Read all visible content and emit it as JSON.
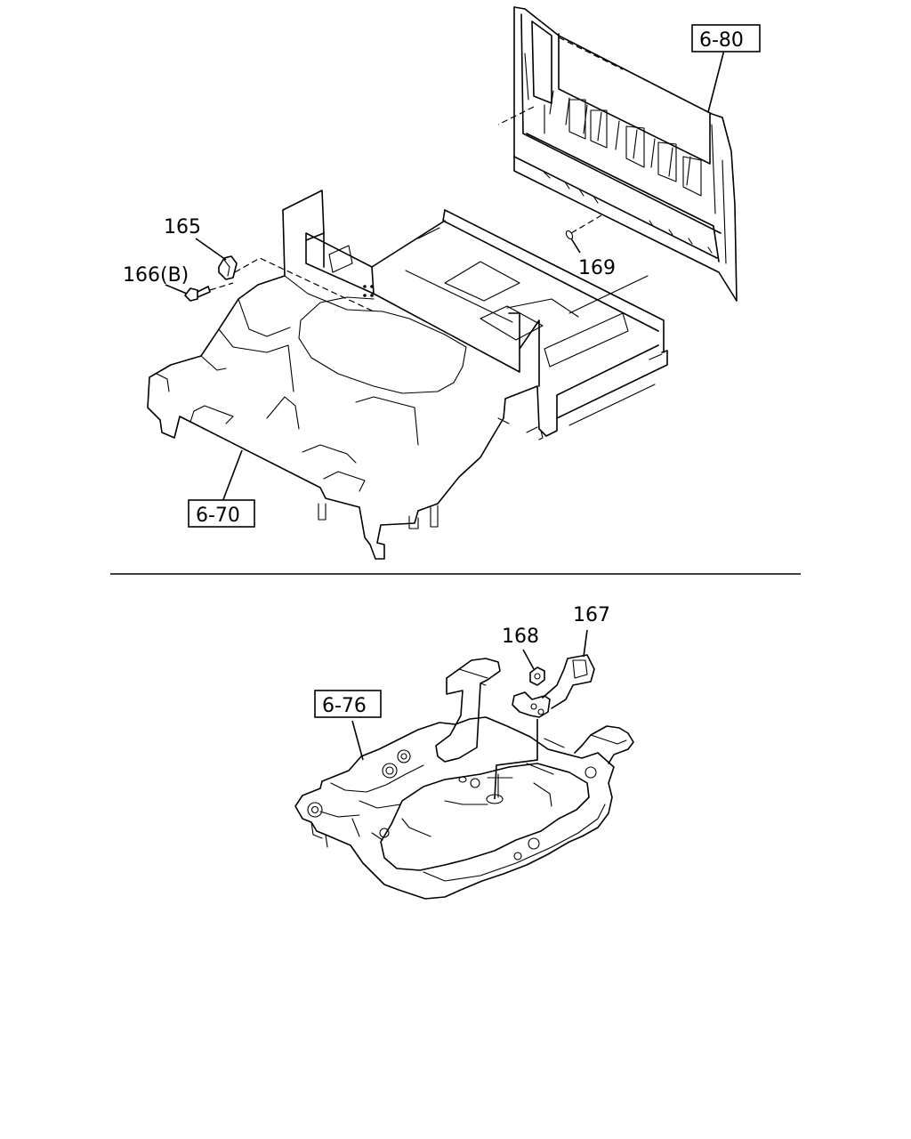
{
  "callouts": {
    "part_165": "165",
    "part_166": "166(B)",
    "part_167": "167",
    "part_168": "168",
    "part_169": "169"
  },
  "references": {
    "ref_top_right": "6-80",
    "ref_left": "6-70",
    "ref_bottom": "6-76"
  }
}
